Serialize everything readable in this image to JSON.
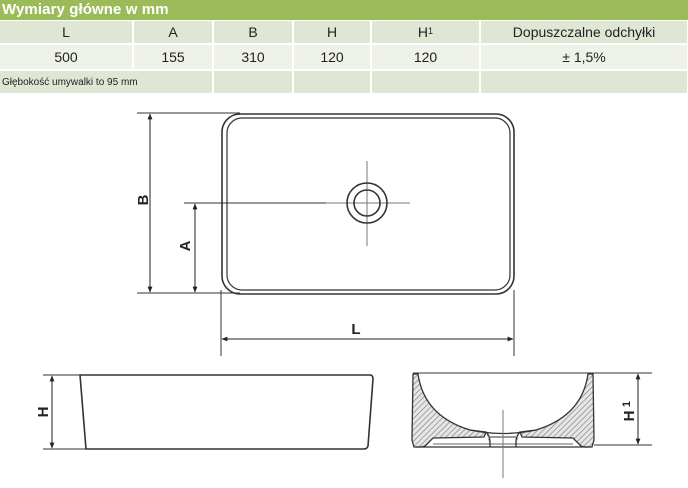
{
  "title": "Wymiary główne w mm",
  "table": {
    "headers": [
      "L",
      "A",
      "B",
      "H",
      "H1",
      "Dopuszczalne odchyłki"
    ],
    "header_h1": {
      "base": "H",
      "sub": "1"
    },
    "values": [
      "500",
      "155",
      "310",
      "120",
      "120",
      "± 1,5%"
    ],
    "note": "Głębokość umywalki to 95 mm"
  },
  "drawing": {
    "top_view": {
      "labels": {
        "B": "B",
        "A": "A",
        "L": "L"
      }
    },
    "side_view": {
      "labels": {
        "H": "H"
      }
    },
    "section_view": {
      "labels": {
        "H1_base": "H",
        "H1_sub": "1"
      }
    }
  },
  "colors": {
    "title_bar": "#9bbb59",
    "header_row": "#dfe6d4",
    "value_row": "#eef2e8",
    "line": "#333333",
    "label_accent": "#c07a2a"
  }
}
